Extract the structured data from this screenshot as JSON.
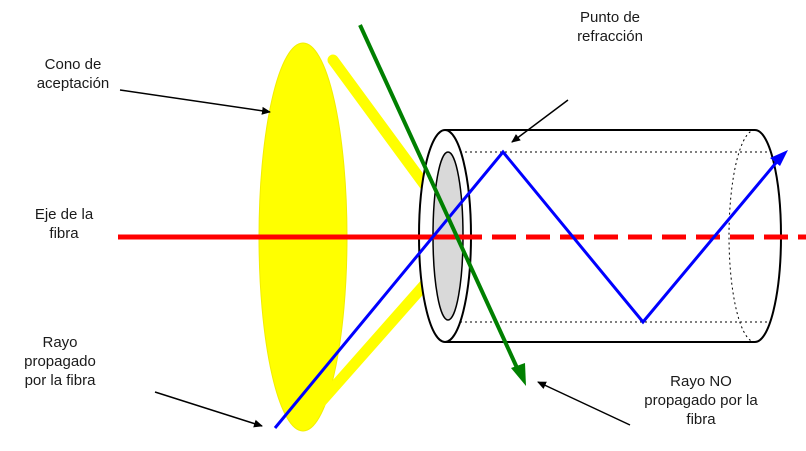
{
  "labels": {
    "acceptance_cone": {
      "line1": "Cono de",
      "line2": "aceptación"
    },
    "refraction_point": {
      "line1": "Punto de",
      "line2": "refracción"
    },
    "fiber_axis": {
      "line1": "Eje de la",
      "line2": "fibra"
    },
    "propagated_ray": {
      "line1": "Rayo",
      "line2": "propagado",
      "line3": "por la fibra"
    },
    "non_propagated_ray": {
      "line1": "Rayo NO",
      "line2": "propagado por la",
      "line3": "fibra"
    }
  },
  "colors": {
    "cone": "#ffff00",
    "cone_edge": "#f2ee00",
    "fiber_axis": "#ff0000",
    "propagated_ray": "#0000ff",
    "non_propagated_ray": "#008000",
    "fiber_outline": "#000000",
    "fiber_face": "#d9d9d9"
  }
}
